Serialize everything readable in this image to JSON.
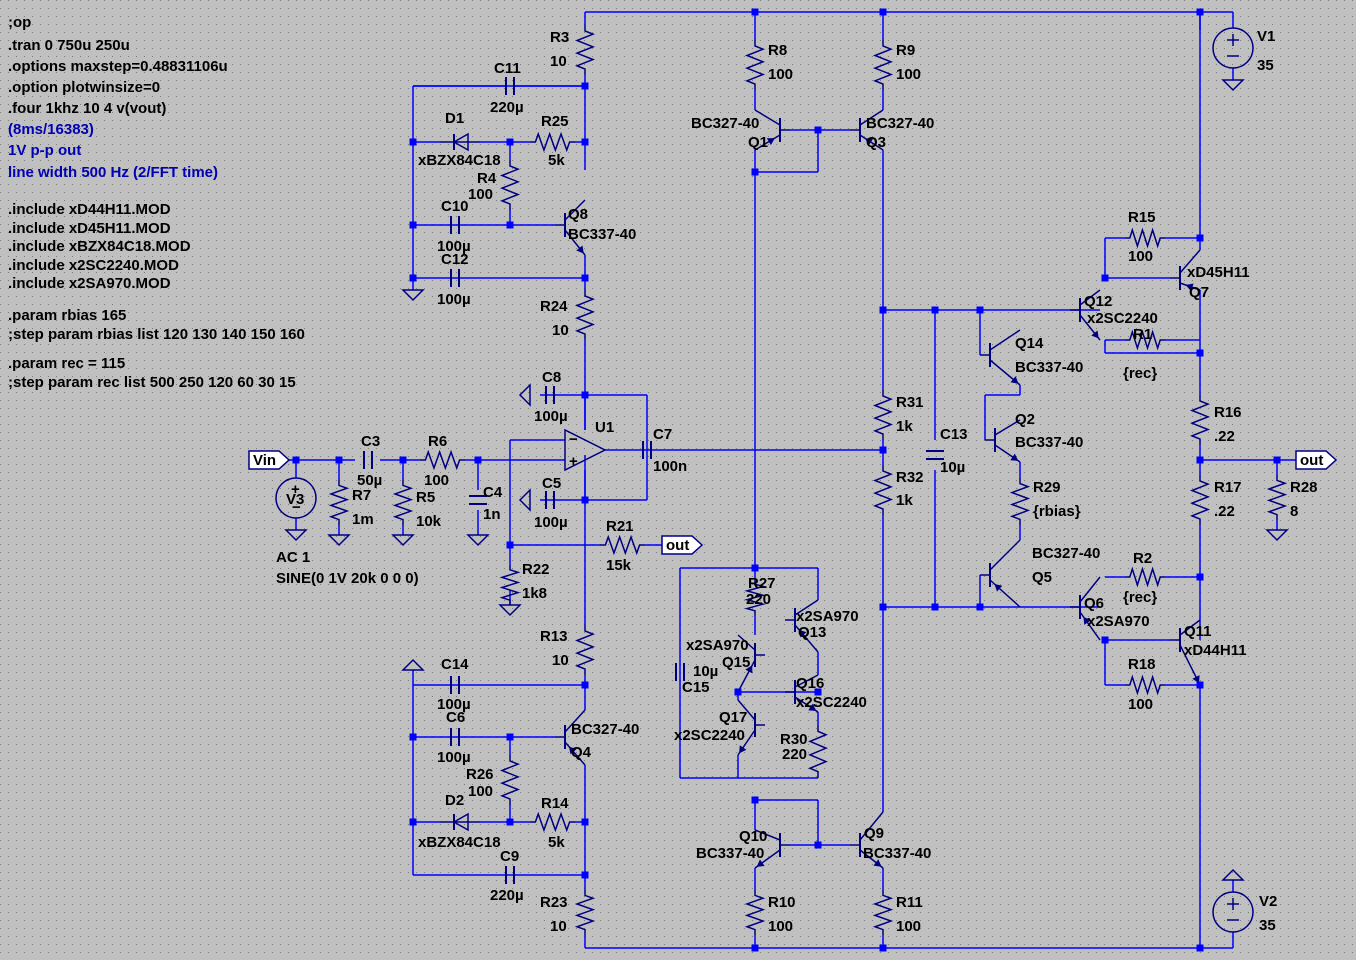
{
  "directives": [
    {
      "id": "d1",
      "text": ";op",
      "kind": "spice"
    },
    {
      "id": "d2",
      "text": ".tran 0 750u 250u",
      "kind": "spice"
    },
    {
      "id": "d3",
      "text": ".options maxstep=0.48831106u",
      "kind": "spice"
    },
    {
      "id": "d4",
      "text": ".option plotwinsize=0",
      "kind": "spice"
    },
    {
      "id": "d5",
      "text": ".four 1khz 10 4 v(vout)",
      "kind": "spice"
    },
    {
      "id": "d6",
      "text": "(8ms/16383)",
      "kind": "comment"
    },
    {
      "id": "d7",
      "text": "1V p-p out",
      "kind": "comment"
    },
    {
      "id": "d8",
      "text": "line width 500 Hz (2/FFT time)",
      "kind": "comment"
    },
    {
      "id": "d9",
      "text": ".include xD44H11.MOD",
      "kind": "spice"
    },
    {
      "id": "d10",
      "text": ".include xD45H11.MOD",
      "kind": "spice"
    },
    {
      "id": "d11",
      "text": ".include xBZX84C18.MOD",
      "kind": "spice"
    },
    {
      "id": "d12",
      "text": ".include x2SC2240.MOD",
      "kind": "spice"
    },
    {
      "id": "d13",
      "text": ".include x2SA970.MOD",
      "kind": "spice"
    },
    {
      "id": "d14",
      "text": ".param rbias 165",
      "kind": "spice"
    },
    {
      "id": "d15",
      "text": ";step param rbias list 120 130 140 150 160",
      "kind": "spice"
    },
    {
      "id": "d16",
      "text": ".param rec = 115",
      "kind": "spice"
    },
    {
      "id": "d17",
      "text": ";step param rec list 500 250 120 60 30 15",
      "kind": "spice"
    }
  ],
  "labels": {
    "R3": "R3",
    "R3v": "10",
    "R8": "R8",
    "R8v": "100",
    "R9": "R9",
    "R9v": "100",
    "V1": "V1",
    "V1v": "35",
    "C11": "C11",
    "C11v": "220µ",
    "D1": "D1",
    "D1m": "xBZX84C18",
    "R25": "R25",
    "R25v": "5k",
    "R4": "R4",
    "R4v": "100",
    "C10": "C10",
    "C10v": "100µ",
    "C12": "C12",
    "C12v": "100µ",
    "Q8": "Q8",
    "Q8m": "BC337-40",
    "Q1m": "BC327-40",
    "Q1": "Q1",
    "Q3m": "BC327-40",
    "Q3": "Q3",
    "R15": "R15",
    "R15v": "100",
    "Q7m": "xD45H11",
    "Q7": "Q7",
    "R24": "R24",
    "R24v": "10",
    "Q12": "Q12",
    "Q12m": "x2SC2240",
    "R1": "R1",
    "R1v": "{rec}",
    "Q14": "Q14",
    "Q14m": "BC337-40",
    "C8": "C8",
    "C8v": "100µ",
    "R31": "R31",
    "R31v": "1k",
    "C13": "C13",
    "C13v": "10µ",
    "Q2": "Q2",
    "Q2m": "BC337-40",
    "R16": "R16",
    "R16v": ".22",
    "U1": "U1",
    "C7": "C7",
    "C7v": "100n",
    "C3": "C3",
    "C3v": "50µ",
    "R6": "R6",
    "R6v": "100",
    "C4": "C4",
    "C4v": "1n",
    "R7": "R7",
    "R7v": "1m",
    "R5": "R5",
    "R5v": "10k",
    "C5": "C5",
    "C5v": "100µ",
    "R32": "R32",
    "R32v": "1k",
    "R29": "R29",
    "R29v": "{rbias}",
    "R17": "R17",
    "R17v": ".22",
    "R28": "R28",
    "R28v": "8",
    "V3": "V3",
    "V3ac": "AC 1",
    "V3sine": "SINE(0 1V 20k 0 0 0)",
    "R21": "R21",
    "R21v": "15k",
    "R22": "R22",
    "R22v": "1k8",
    "Q5m": "BC327-40",
    "Q5": "Q5",
    "R2": "R2",
    "R2v": "{rec}",
    "R27": "R27",
    "R27v": "220",
    "Q13m": "x2SA970",
    "Q13": "Q13",
    "Q6": "Q6",
    "Q6m": "x2SA970",
    "Q11": "Q11",
    "Q11m": "xD44H11",
    "R13": "R13",
    "R13v": "10",
    "Q15m": "x2SA970",
    "Q15": "Q15",
    "C15v": "10µ",
    "C15": "C15",
    "R18": "R18",
    "R18v": "100",
    "C14": "C14",
    "C14v": "100µ",
    "C6": "C6",
    "C6v": "100µ",
    "Q16": "Q16",
    "Q16m": "x2SC2240",
    "Q4m": "BC327-40",
    "Q4": "Q4",
    "Q17": "Q17",
    "Q17m": "x2SC2240",
    "R30": "R30",
    "R30v": "220",
    "R26": "R26",
    "R26v": "100",
    "D2": "D2",
    "D2m": "xBZX84C18",
    "R14": "R14",
    "R14v": "5k",
    "C9": "C9",
    "C9v": "220µ",
    "Q10": "Q10",
    "Q10m": "BC337-40",
    "Q9": "Q9",
    "Q9m": "BC337-40",
    "R23": "R23",
    "R23v": "10",
    "R10": "R10",
    "R10v": "100",
    "R11": "R11",
    "R11v": "100",
    "V2": "V2",
    "V2v": "35"
  },
  "net_flags": [
    {
      "id": "vin",
      "text": "Vin"
    },
    {
      "id": "out_fb",
      "text": "out"
    },
    {
      "id": "out_main",
      "text": "out"
    }
  ],
  "colors": {
    "background": "#c0c0c0",
    "wire": "#0000ff",
    "component": "#000080",
    "junction": "#0000ff",
    "text": "#000000",
    "comment": "#0000b4"
  }
}
